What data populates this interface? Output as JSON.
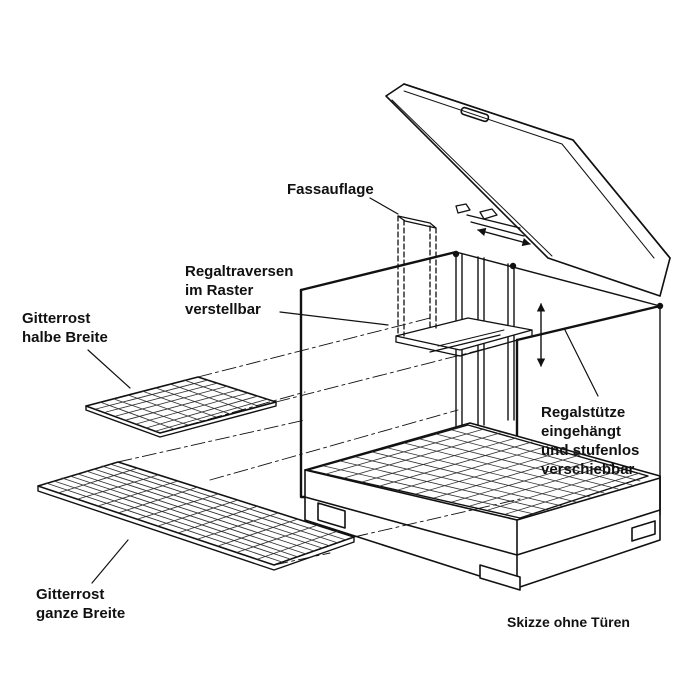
{
  "labels": {
    "fassauflage": "Fassauflage",
    "regaltraversen": [
      "Regaltraversen",
      "im Raster",
      "verstellbar"
    ],
    "gitterrost_halb": [
      "Gitterrost",
      "halbe Breite"
    ],
    "regalstuetze": [
      "Regalstütze",
      "eingehängt",
      "und stufenlos",
      "verschiebbar"
    ],
    "gitterrost_ganz": [
      "Gitterrost",
      "ganze Breite"
    ],
    "skizze": "Skizze ohne Türen"
  },
  "colors": {
    "ink": "#111111",
    "background": "#ffffff",
    "grid": "#333333"
  }
}
